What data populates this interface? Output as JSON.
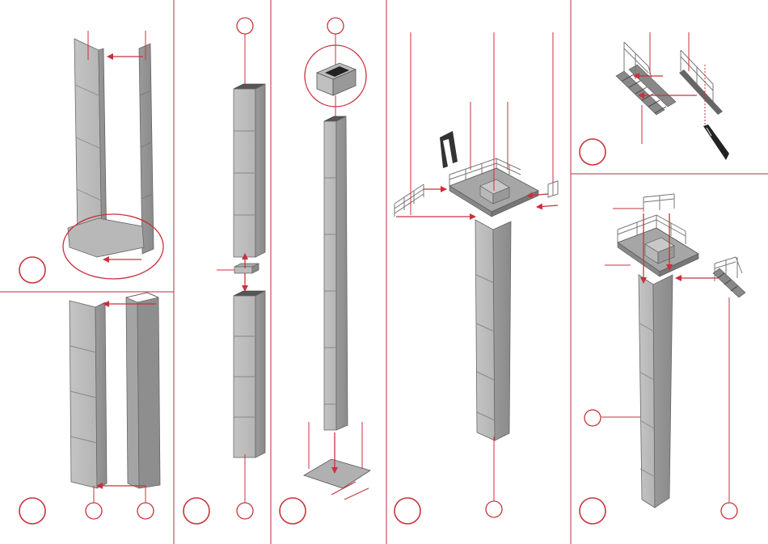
{
  "figure": {
    "accent_color": "#c8323c",
    "divider_color": "#b03040",
    "panel_count": 8,
    "steps": [
      {
        "id": "step-1",
        "content": "two-wall-halves-and-base-plate"
      },
      {
        "id": "step-2",
        "content": "wall-halves-joined"
      },
      {
        "id": "step-3",
        "content": "two-sections-with-connector"
      },
      {
        "id": "step-4",
        "content": "joined-shaft-with-cap-and-base"
      },
      {
        "id": "step-5",
        "content": "platform-with-railings-on-shaft"
      },
      {
        "id": "step-6",
        "content": "ladder-with-railings-and-knife"
      },
      {
        "id": "step-7",
        "content": "finished-tower-with-ladder"
      }
    ]
  }
}
